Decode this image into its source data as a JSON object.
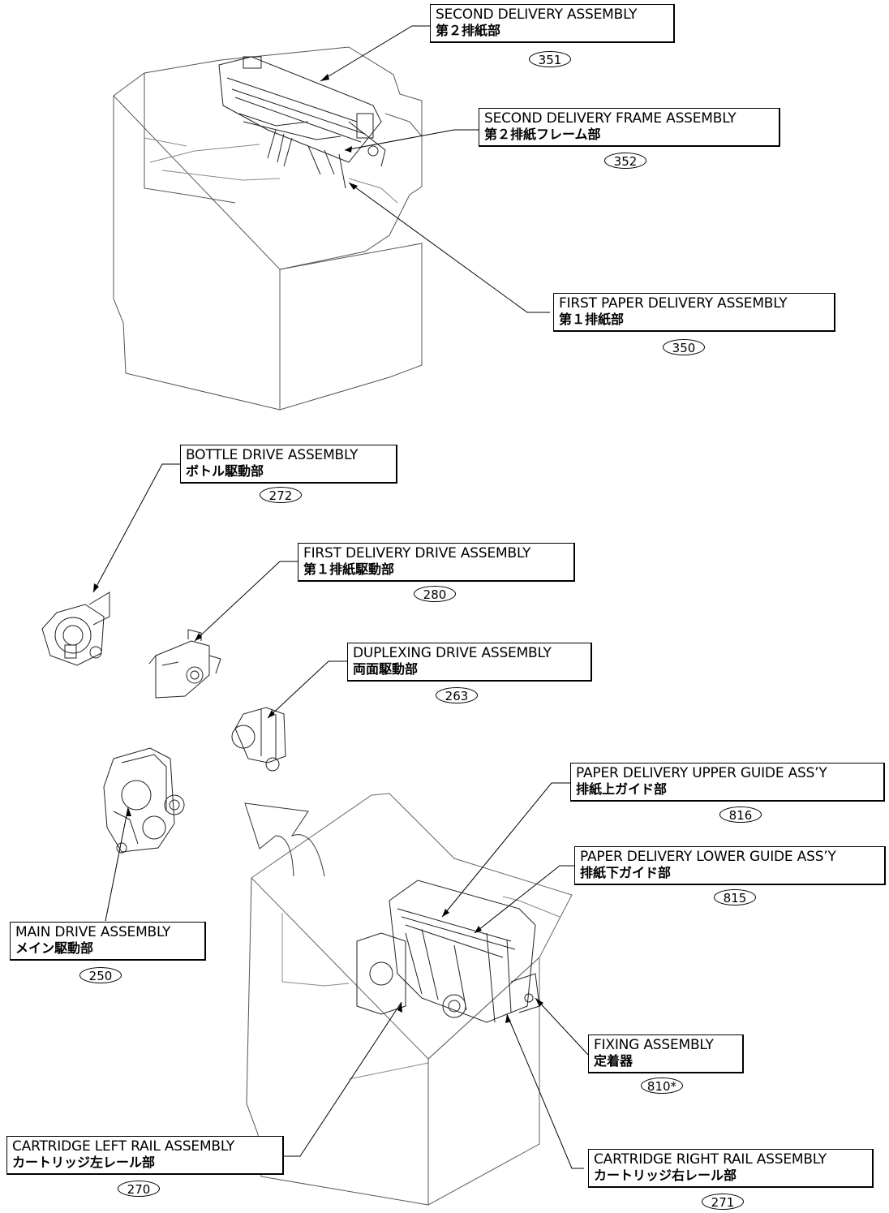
{
  "callouts": [
    {
      "id": "second-delivery",
      "en": "SECOND DELIVERY ASSEMBLY",
      "jp": "第２排紙部",
      "num": "351"
    },
    {
      "id": "second-delivery-frame",
      "en": "SECOND DELIVERY FRAME ASSEMBLY",
      "jp": "第２排紙フレーム部",
      "num": "352"
    },
    {
      "id": "first-paper-delivery",
      "en": "FIRST PAPER DELIVERY ASSEMBLY",
      "jp": "第１排紙部",
      "num": "350"
    },
    {
      "id": "bottle-drive",
      "en": "BOTTLE DRIVE ASSEMBLY",
      "jp": "ボトル駆動部",
      "num": "272"
    },
    {
      "id": "first-delivery-drive",
      "en": "FIRST DELIVERY DRIVE ASSEMBLY",
      "jp": "第１排紙駆動部",
      "num": "280"
    },
    {
      "id": "duplexing-drive",
      "en": "DUPLEXING DRIVE ASSEMBLY",
      "jp": "両面駆動部",
      "num": "263"
    },
    {
      "id": "paper-delivery-upper-guide",
      "en": "PAPER DELIVERY UPPER GUIDE ASS’Y",
      "jp": "排紙上ガイド部",
      "num": "816"
    },
    {
      "id": "paper-delivery-lower-guide",
      "en": "PAPER DELIVERY LOWER GUIDE ASS’Y",
      "jp": "排紙下ガイド部",
      "num": "815"
    },
    {
      "id": "main-drive",
      "en": "MAIN DRIVE ASSEMBLY",
      "jp": "メイン駆動部",
      "num": "250"
    },
    {
      "id": "fixing",
      "en": "FIXING ASSEMBLY",
      "jp": "定着器",
      "num": "810*"
    },
    {
      "id": "cartridge-left-rail",
      "en": "CARTRIDGE LEFT RAIL ASSEMBLY",
      "jp": "カートリッジ左レール部",
      "num": "270"
    },
    {
      "id": "cartridge-right-rail",
      "en": "CARTRIDGE RIGHT RAIL ASSEMBLY",
      "jp": "カートリッジ右レール部",
      "num": "271"
    }
  ]
}
